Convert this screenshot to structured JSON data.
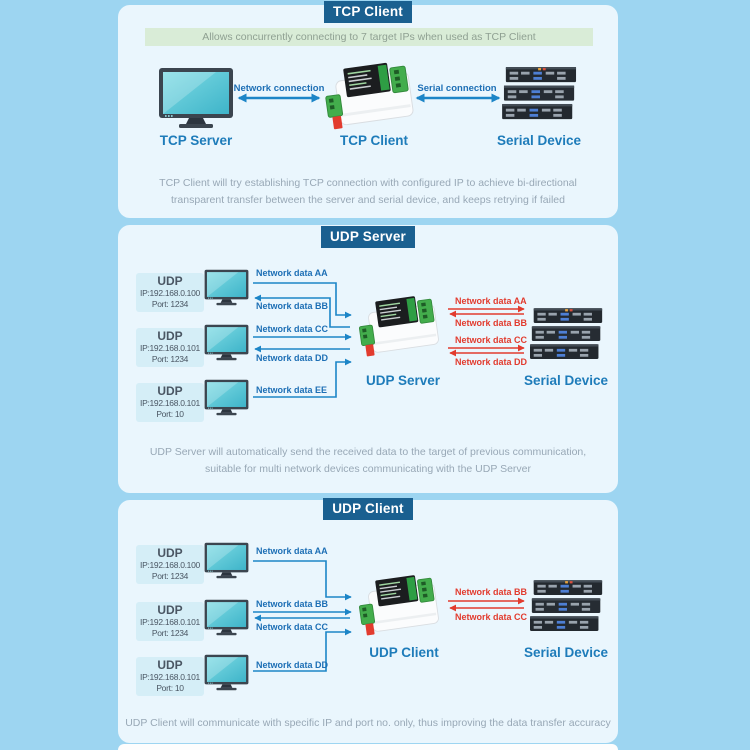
{
  "colors": {
    "background": "#9dd5f1",
    "panel": "#eaf6fd",
    "badge": "#1a6090",
    "banner_bg": "#d9ecd7",
    "blue_arrow": "#1c85c7",
    "red_arrow": "#e23b2e",
    "node_label_blue": "#1e7cba"
  },
  "p1": {
    "title": "TCP Client",
    "banner": "Allows concurrently connecting to 7 target IPs when used as TCP Client",
    "left_node": "TCP Server",
    "center_node": "TCP Client",
    "right_node": "Serial Device",
    "conn_left": "Network connection",
    "conn_right": "Serial connection",
    "desc1": "TCP Client will try establishing TCP connection with configured IP to achieve bi-directional",
    "desc2": "transparent transfer between the server and serial device, and keeps retrying if failed"
  },
  "p2": {
    "title": "UDP Server",
    "hosts": [
      {
        "proto": "UDP",
        "ip": "IP:192.168.0.100",
        "port": "Port: 1234"
      },
      {
        "proto": "UDP",
        "ip": "IP:192.168.0.101",
        "port": "Port: 1234"
      },
      {
        "proto": "UDP",
        "ip": "IP:192.168.0.101",
        "port": "Port: 10"
      }
    ],
    "net": {
      "aa": "Network data AA",
      "bb": "Network data BB",
      "cc": "Network data CC",
      "dd": "Network data DD",
      "ee": "Network data EE"
    },
    "serial": {
      "aa": "Network data AA",
      "bb": "Network data BB",
      "cc": "Network data CC",
      "dd": "Network data DD"
    },
    "center_node": "UDP Server",
    "right_node": "Serial Device",
    "desc1": "UDP Server will automatically send the received data to the target of previous communication,",
    "desc2": "suitable for multi network devices communicating with the UDP Server"
  },
  "p3": {
    "title": "UDP Client",
    "hosts": [
      {
        "proto": "UDP",
        "ip": "IP:192.168.0.100",
        "port": "Port: 1234"
      },
      {
        "proto": "UDP",
        "ip": "IP:192.168.0.101",
        "port": "Port: 1234"
      },
      {
        "proto": "UDP",
        "ip": "IP:192.168.0.101",
        "port": "Port: 10"
      }
    ],
    "net": {
      "aa": "Network data AA",
      "bb": "Network data BB",
      "cc": "Network data CC",
      "dd": "Network data DD"
    },
    "serial": {
      "bb": "Network data BB",
      "cc": "Network data CC"
    },
    "center_node": "UDP Client",
    "right_node": "Serial Device",
    "desc1": "UDP Client will communicate with specific IP and port no. only, thus improving the data transfer accuracy"
  }
}
